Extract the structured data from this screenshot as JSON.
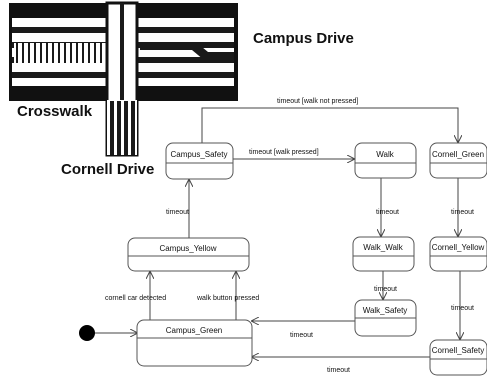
{
  "map": {
    "street_labels": [
      "Campus Drive",
      "Crosswalk",
      "Cornell Drive"
    ]
  },
  "states": {
    "campus_green": "Campus_Green",
    "campus_yellow": "Campus_Yellow",
    "campus_safety": "Campus_Safety",
    "walk": "Walk",
    "walk_walk": "Walk_Walk",
    "walk_safety": "Walk_Safety",
    "cornell_green": "Cornell_Green",
    "cornell_yellow": "Cornell_Yellow",
    "cornell_safety": "Cornell_Safety"
  },
  "transitions": {
    "timeout_walk_not_pressed": "timeout [walk not pressed]",
    "timeout_walk_pressed": "timeout [walk pressed]",
    "timeout": "timeout",
    "cornell_car_detected": "cornell car detected",
    "walk_button_pressed": "walk button pressed"
  },
  "colors": {
    "stroke": "#555555",
    "fill": "#ffffff",
    "ink": "#111111",
    "stripe": "#1a1a1a"
  }
}
